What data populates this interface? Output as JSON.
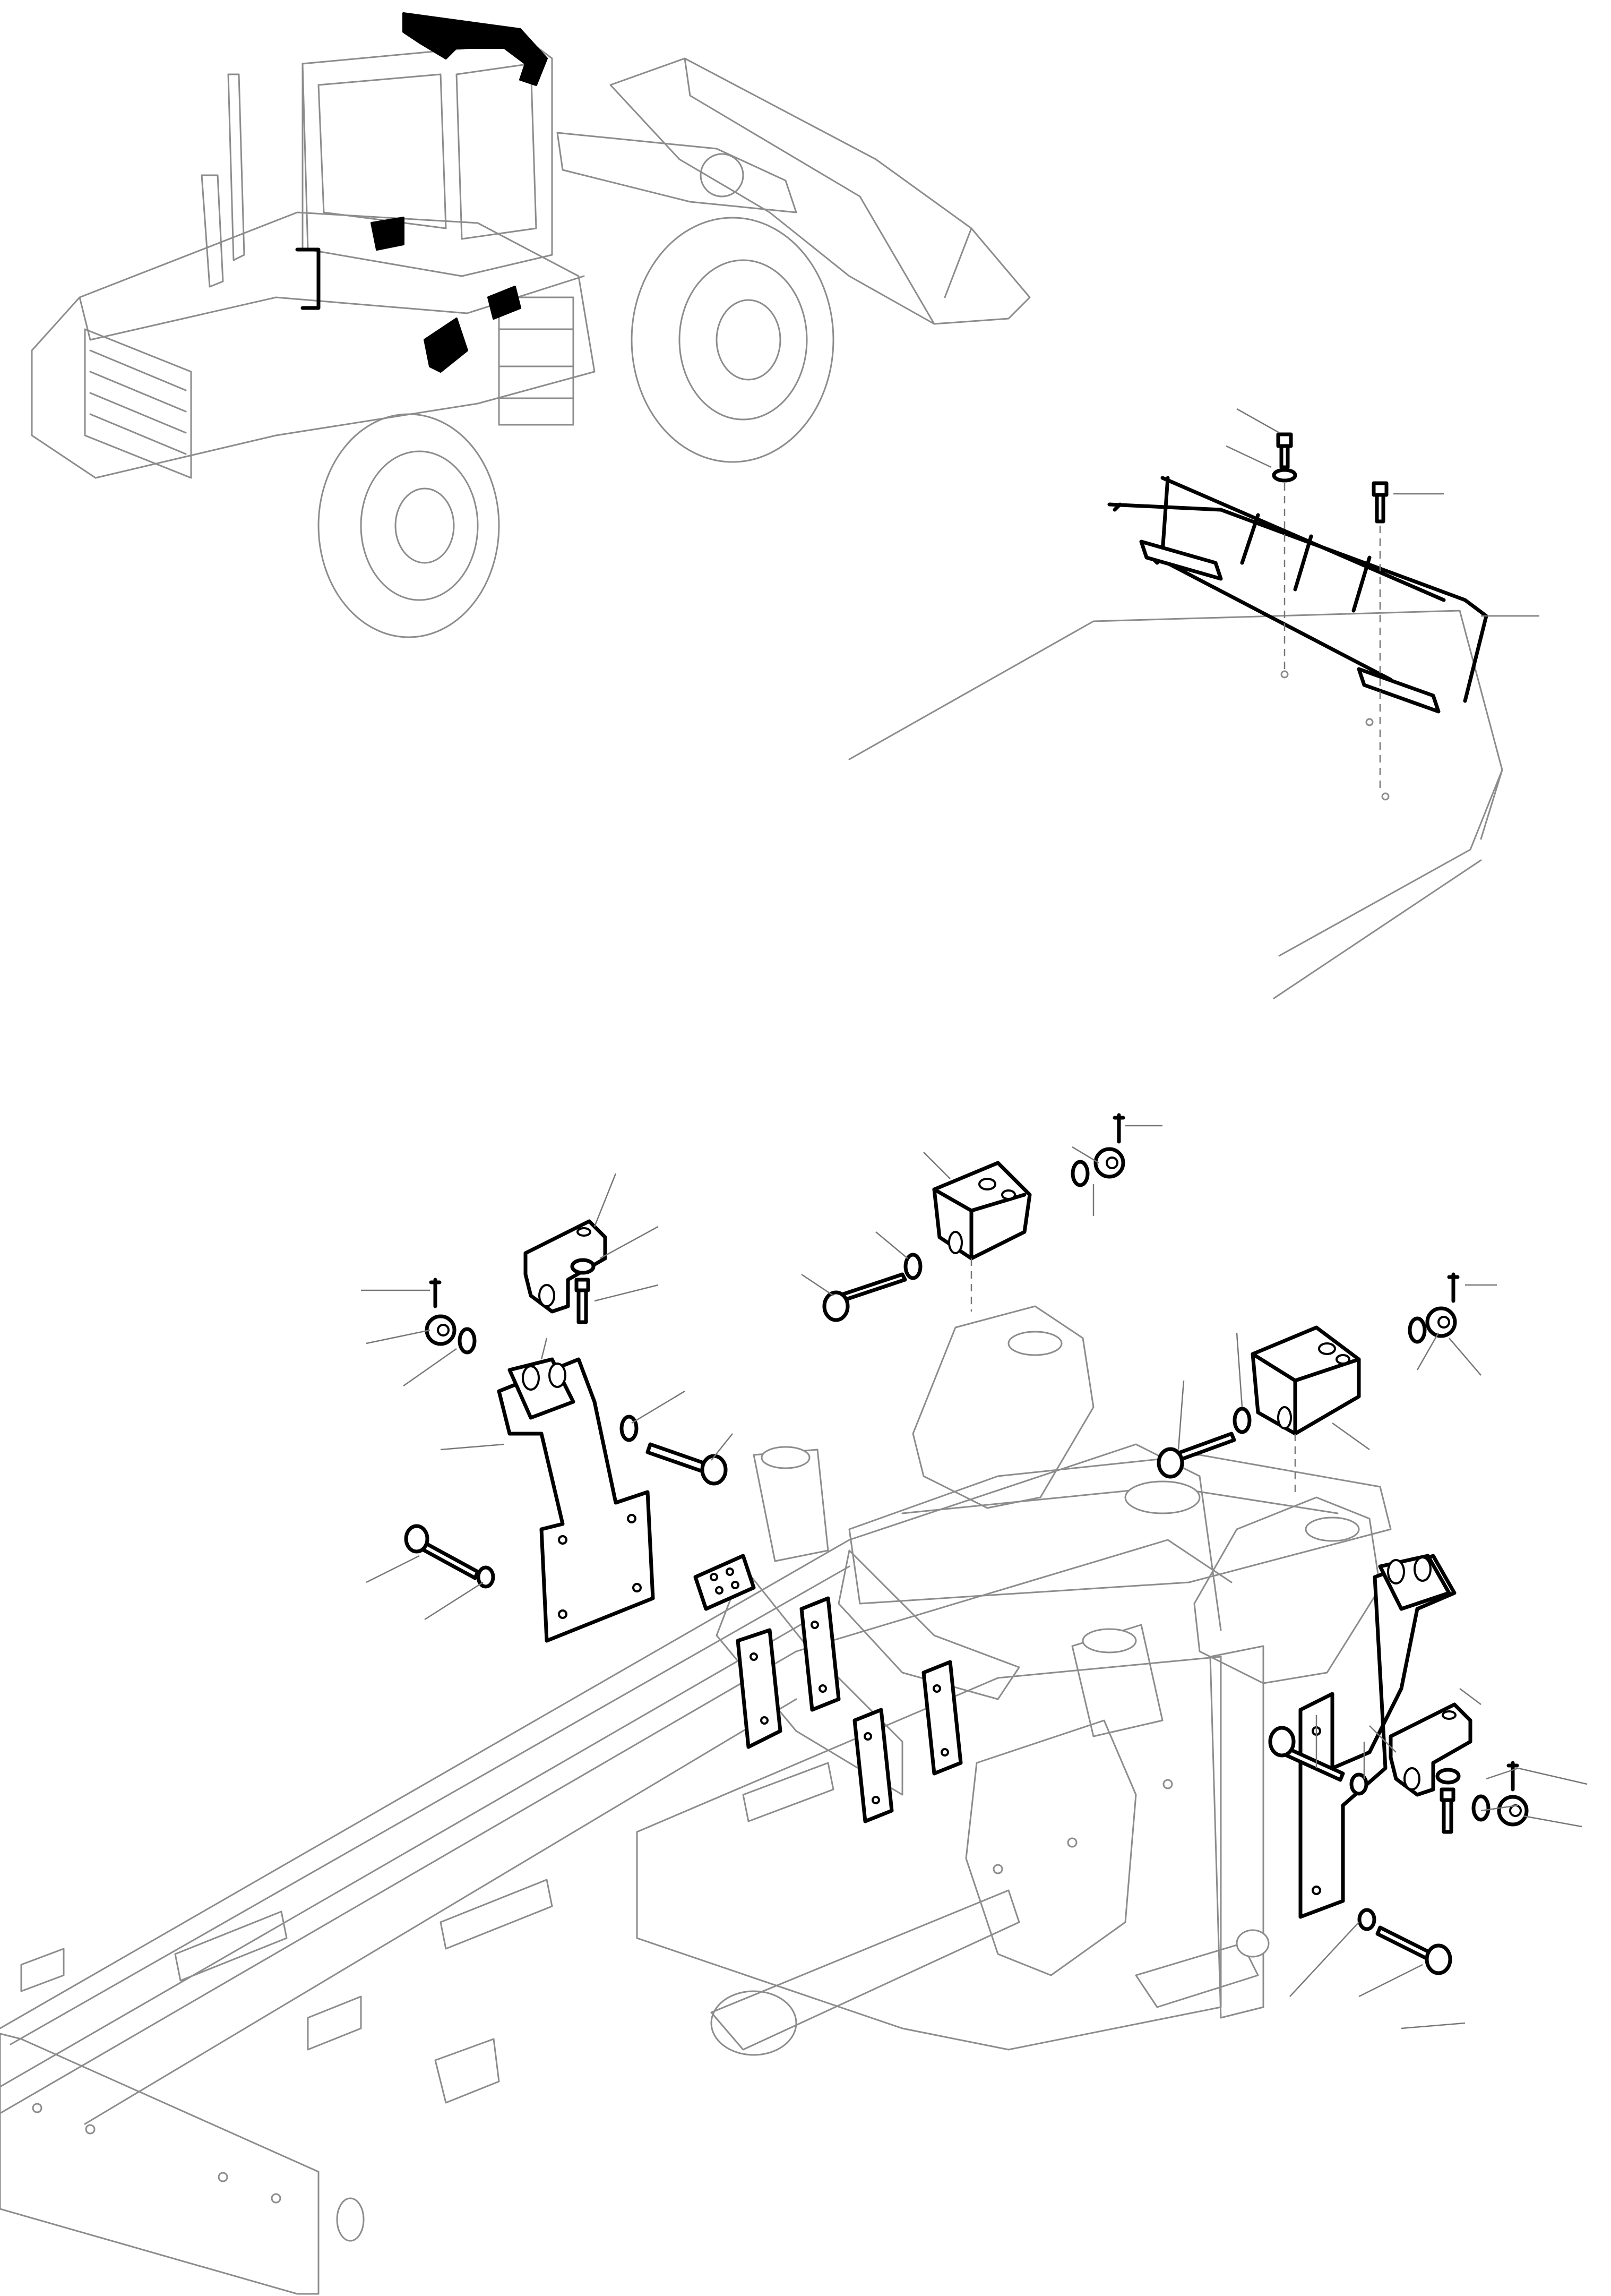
{
  "diagram": {
    "type": "exploded-parts-illustration",
    "palette": {
      "line": "#000000",
      "thin_line": "#8c8c8c",
      "background": "#ffffff"
    },
    "views": [
      {
        "name": "wheel-loader-overview",
        "highlighted_parts": [
          "roof-grab-handle",
          "cab-side-handle",
          "step-handle",
          "rear-grab-handle"
        ]
      },
      {
        "name": "cab-roof-handrail-detail",
        "parts": [
          "handrail",
          "bolt",
          "washer"
        ]
      },
      {
        "name": "rear-frame-mounting-detail",
        "parts": [
          "mount-bracket",
          "clamp",
          "bolt",
          "washer",
          "nut",
          "cotter-pin",
          "rubber-mount",
          "spacer-plate"
        ]
      }
    ]
  }
}
